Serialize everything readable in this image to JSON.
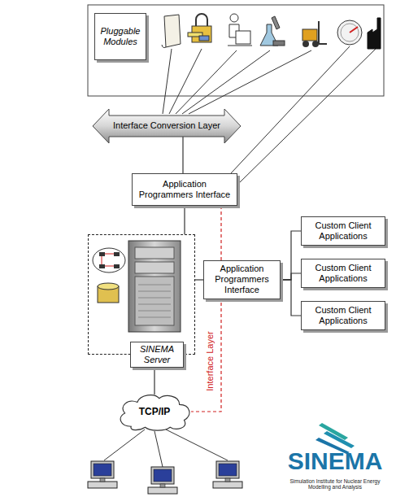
{
  "diagram": {
    "nodes": [
      {
        "text": [
          "Pluggable Modules"
        ]
      },
      {
        "text": [
          "Interface Conversion Layer"
        ]
      },
      {
        "text": [
          "Application Programmers Interface"
        ]
      },
      {
        "text": [
          "SINEMA Server"
        ]
      },
      {
        "text": [
          "Application Programmers Interface"
        ]
      },
      {
        "text": [
          "Custom Client Applications"
        ]
      },
      {
        "text": [
          "Custom Client Applications"
        ]
      },
      {
        "text": [
          "Custom Client Applications"
        ]
      },
      {
        "text": [
          "TCP/IP"
        ]
      }
    ],
    "edges": [
      {
        "from": 1,
        "to": 2,
        "arrow": "none"
      },
      {
        "from": 2,
        "to": 3,
        "arrow": "none"
      },
      {
        "from": 3,
        "to": 4,
        "arrow": "none"
      },
      {
        "from": 4,
        "to": 5,
        "arrow": "none"
      },
      {
        "from": 4,
        "to": 6,
        "arrow": "none"
      },
      {
        "from": 4,
        "to": 7,
        "arrow": "none"
      },
      {
        "from": 3,
        "to": 8,
        "arrow": "none"
      },
      {
        "from": 2,
        "to": 8,
        "label": "Interface Layer",
        "arrow": "none"
      }
    ],
    "labels": [
      "SINEMA",
      "Simulation Institute for Nuclear Energy Modelling and Analysis"
    ]
  }
}
